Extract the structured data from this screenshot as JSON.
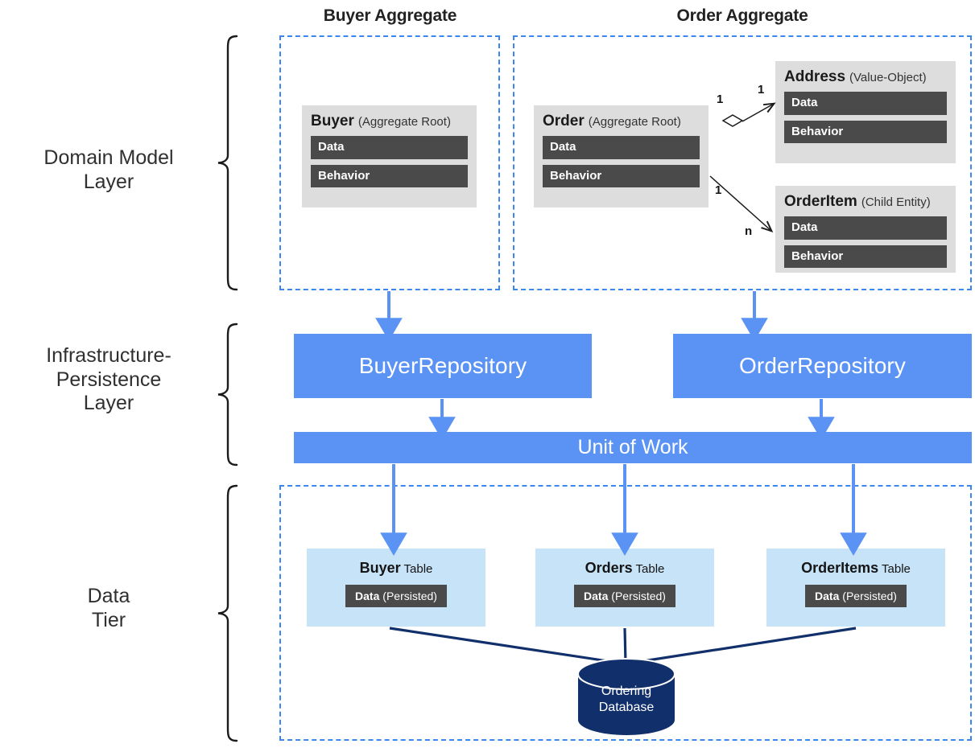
{
  "diagram": {
    "title_buyer_aggregate": "Buyer Aggregate",
    "title_order_aggregate": "Order Aggregate",
    "accent_blue": "#5B93F5",
    "dashed_blue": "#3B86F0",
    "entity_grey": "#DDDDDD",
    "bar_dark": "#4A4A4A",
    "table_blue": "#C6E3F8",
    "db_navy": "#11306B"
  },
  "layers": [
    {
      "id": "domain",
      "label": "Domain Model\nLayer",
      "line1": "Domain Model",
      "line2": "Layer"
    },
    {
      "id": "infra",
      "label": "Infrastructure-Persistence Layer",
      "line1": "Infrastructure-",
      "line2": "Persistence",
      "line3": "Layer"
    },
    {
      "id": "data",
      "label": "Data Tier",
      "line1": "Data",
      "line2": "Tier"
    }
  ],
  "entities": {
    "buyer": {
      "name": "Buyer",
      "stereotype": "(Aggregate Root)",
      "rows": [
        "Data",
        "Behavior"
      ]
    },
    "order": {
      "name": "Order",
      "stereotype": "(Aggregate Root)",
      "rows": [
        "Data",
        "Behavior"
      ]
    },
    "address": {
      "name": "Address",
      "stereotype": "(Value-Object)",
      "rows": [
        "Data",
        "Behavior"
      ]
    },
    "orderitem": {
      "name": "OrderItem",
      "stereotype": "(Child Entity)",
      "rows": [
        "Data",
        "Behavior"
      ]
    }
  },
  "relationships": [
    {
      "from": "Order",
      "to": "Address",
      "source_multiplicity": "1",
      "target_multiplicity": "1",
      "kind": "aggregation"
    },
    {
      "from": "Order",
      "to": "OrderItem",
      "source_multiplicity": "1",
      "target_multiplicity": "n",
      "kind": "association"
    }
  ],
  "repositories": [
    {
      "id": "buyer-repository",
      "label": "BuyerRepository"
    },
    {
      "id": "order-repository",
      "label": "OrderRepository"
    }
  ],
  "unit_of_work": {
    "label": "Unit of Work"
  },
  "tables": [
    {
      "id": "buyer-table",
      "name": "Buyer",
      "suffix": " Table",
      "row_name": "Data",
      "row_suffix": " (Persisted)"
    },
    {
      "id": "orders-table",
      "name": "Orders",
      "suffix": " Table",
      "row_name": "Data",
      "row_suffix": " (Persisted)"
    },
    {
      "id": "orderitems-table",
      "name": "OrderItems",
      "suffix": " Table",
      "row_name": "Data",
      "row_suffix": " (Persisted)"
    }
  ],
  "database": {
    "line1": "Ordering",
    "line2": "Database"
  }
}
